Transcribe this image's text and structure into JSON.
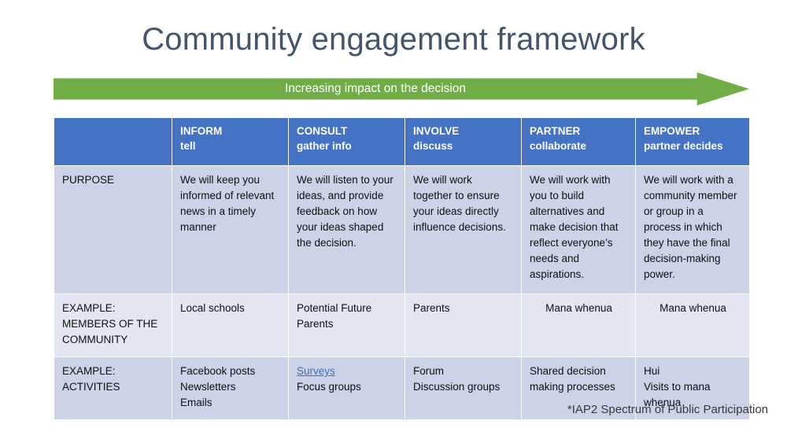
{
  "slide": {
    "title": "Community engagement framework",
    "banner": {
      "label": "Increasing impact on the decision",
      "color": "#70AD47",
      "text_color": "#FFFFFF"
    },
    "footnote": "*IAP2 Spectrum of Public Participation",
    "colors": {
      "title": "#44546A",
      "header_fill": "#4472C4",
      "row_dark_fill": "#CCD3E7",
      "row_light_fill": "#E3E6F2",
      "link": "#3D6FB4",
      "background": "#FFFFFF"
    }
  },
  "table": {
    "corner_label": "",
    "columns": [
      {
        "title": "INFORM",
        "subtitle": "tell"
      },
      {
        "title": "CONSULT",
        "subtitle": "gather info"
      },
      {
        "title": "INVOLVE",
        "subtitle": "discuss"
      },
      {
        "title": "PARTNER",
        "subtitle": "collaborate"
      },
      {
        "title": "EMPOWER",
        "subtitle": "partner decides"
      }
    ],
    "rows": [
      {
        "label_lines": [
          "PURPOSE"
        ],
        "cells": [
          "We will keep you informed of relevant news in a timely manner",
          "We will listen to your ideas, and provide feedback on how your ideas shaped the decision.",
          "We will work together to ensure your ideas directly influence decisions.",
          "We will work with you to build alternatives and make decision that reflect everyone’s needs and aspirations.",
          "We will work with a community member or group in a process in which they have the final decision-making power."
        ]
      },
      {
        "label_lines": [
          "EXAMPLE:",
          "MEMBERS OF THE",
          "COMMUNITY"
        ],
        "cells_lines": [
          [
            "Local schools"
          ],
          [
            "Potential Future",
            "Parents"
          ],
          [
            "Parents"
          ],
          [
            "Mana whenua"
          ],
          [
            "Mana whenua"
          ]
        ]
      },
      {
        "label_lines": [
          "EXAMPLE:",
          "ACTIVITIES"
        ],
        "cells_lines": [
          [
            "Facebook posts",
            "Newsletters",
            "Emails"
          ],
          [
            "Surveys",
            "Focus groups"
          ],
          [
            "Forum",
            "Discussion groups"
          ],
          [
            "Shared decision",
            "making processes"
          ],
          [
            "Hui",
            "Visits to mana",
            "whenua"
          ]
        ]
      }
    ],
    "link_text": "Surveys"
  }
}
